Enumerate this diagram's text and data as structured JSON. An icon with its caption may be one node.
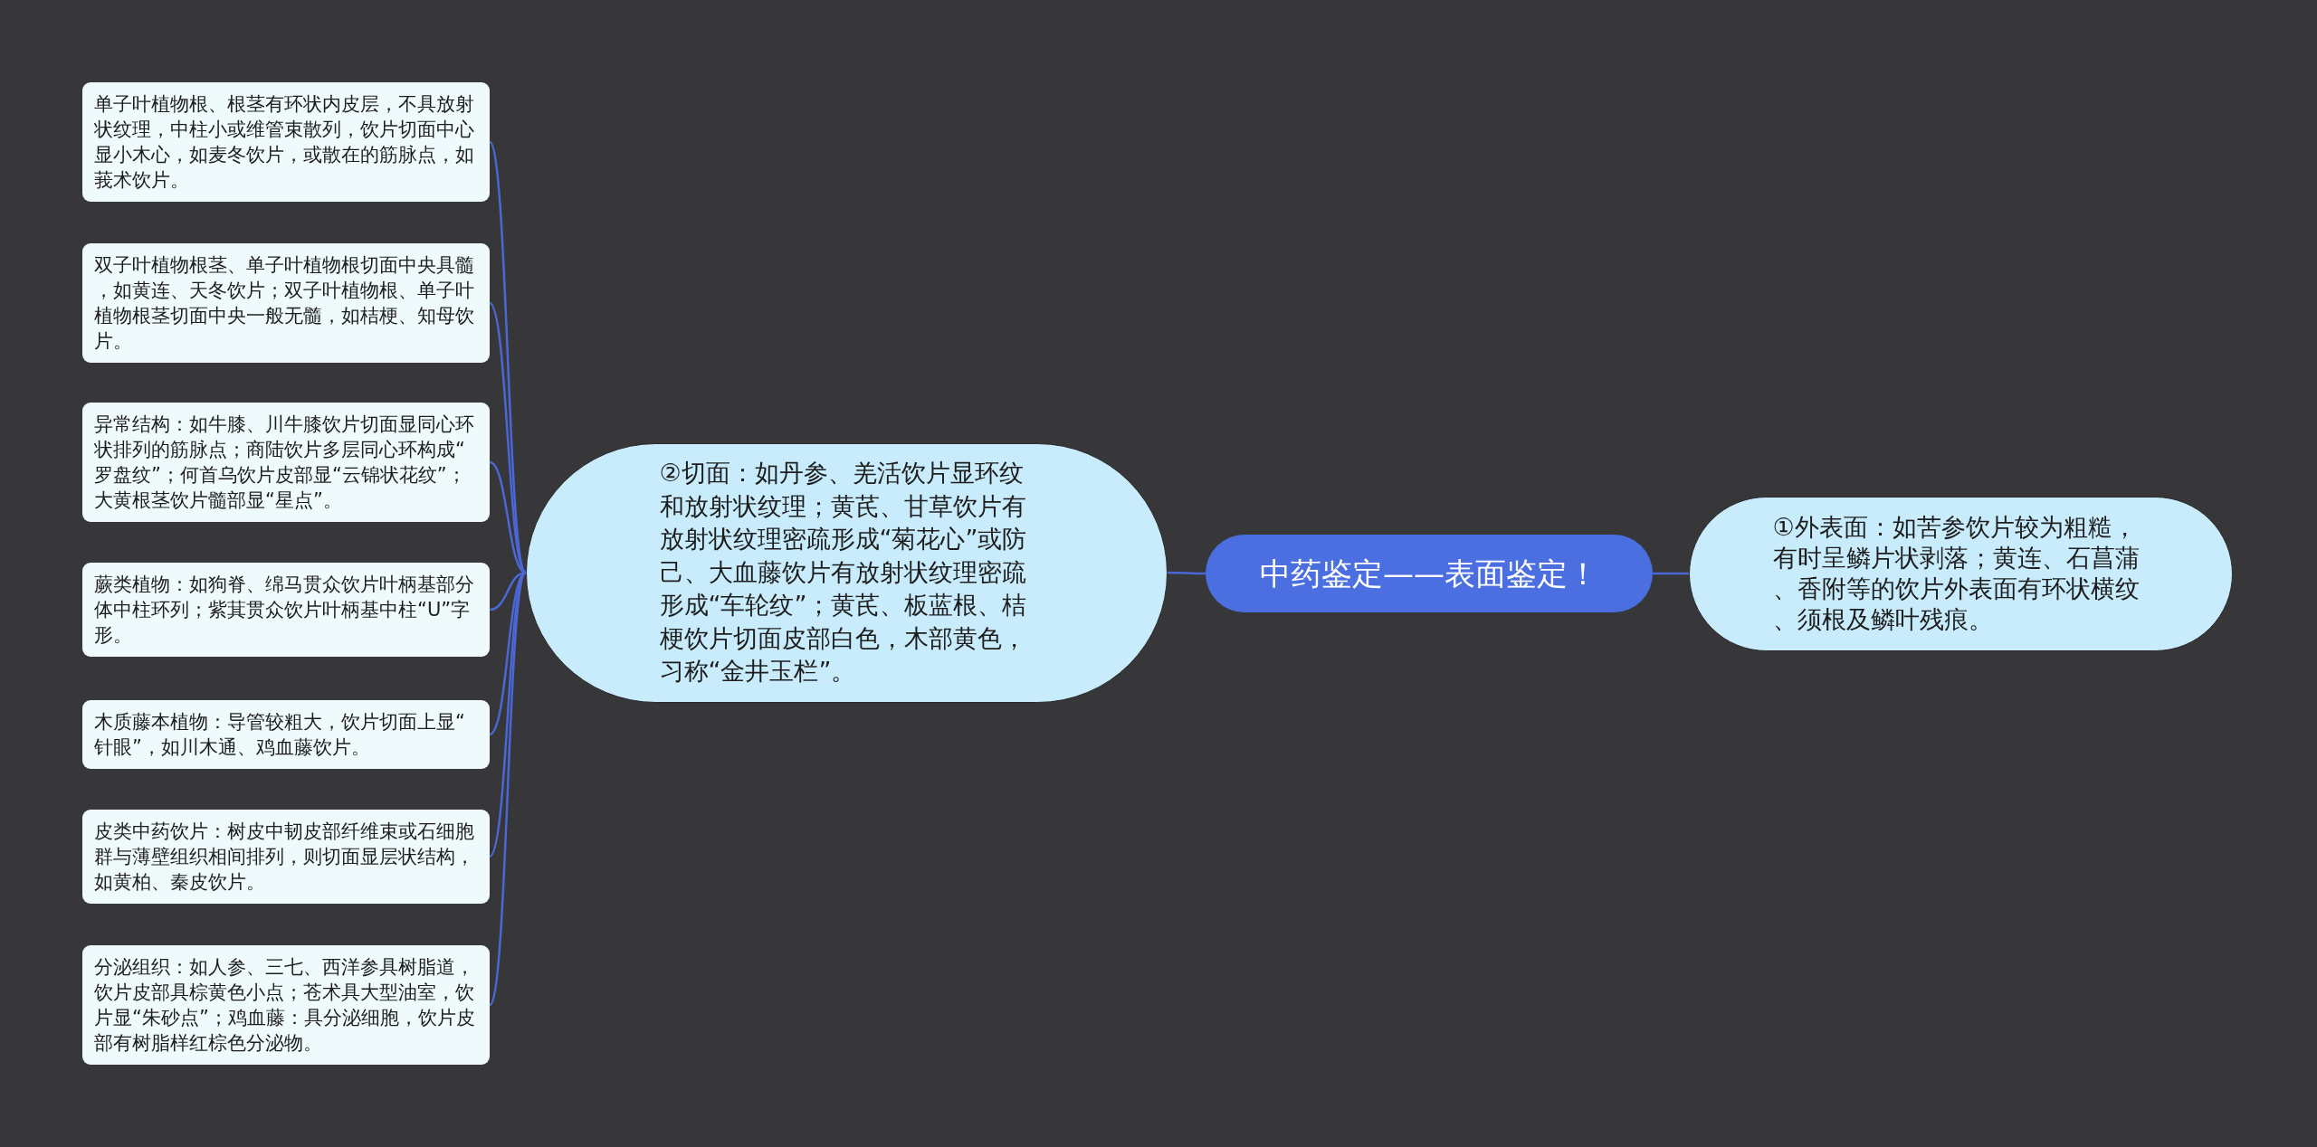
{
  "diagram": {
    "nodes": [
      {
        "text": [
          "中药鉴定——表面鉴定！"
        ]
      },
      {
        "text": [
          "②切面：如丹参、羌活饮片显环纹和放射状纹理；黄芪、甘草饮片有放射状纹理密疏形成“菊花心”或防己、大血藤饮片有放射状纹理密疏形成“车轮纹”；黄芪、板蓝根、桔梗饮片切面皮部白色，木部黄色，习称“金井玉栏”。"
        ]
      },
      {
        "text": [
          "①外表面：如苦参饮片较为粗糙，有时呈鳞片状剥落；黄连、石菖蒲、香附等的饮片外表面有环状横纹、须根及鳞叶残痕。"
        ]
      },
      {
        "text": [
          "单子叶植物根、根茎有环状内皮层，不具放射状纹理，中柱小或维管束散列，饮片切面中心显小木心，如麦冬饮片，或散在的筋脉点，如莪术饮片。"
        ]
      },
      {
        "text": [
          "双子叶植物根茎、单子叶植物根切面中央具髓，如黄连、天冬饮片；双子叶植物根、单子叶植物根茎切面中央一般无髓，如桔梗、知母饮片。"
        ]
      },
      {
        "text": [
          "异常结构：如牛膝、川牛膝饮片切面显同心环状排列的筋脉点；商陆饮片多层同心环构成“罗盘纹”；何首乌饮片皮部显“云锦状花纹”；大黄根茎饮片髓部显“星点”。"
        ]
      },
      {
        "text": [
          "蕨类植物：如狗脊、绵马贯众饮片叶柄基部分体中柱环列；紫萁贯众饮片叶柄基中柱“U”字形。"
        ]
      },
      {
        "text": [
          "木质藤本植物：导管较粗大，饮片切面上显“针眼”，如川木通、鸡血藤饮片。"
        ]
      },
      {
        "text": [
          "皮类中药饮片：树皮中韧皮部纤维束或石细胞群与薄壁组织相间排列，则切面显层状结构，如黄柏、秦皮饮片。"
        ]
      },
      {
        "text": [
          "分泌组织：如人参、三七、西洋参具树脂道，饮片皮部具棕黄色小点；苍术具大型油室，饮片显“朱砂点”；鸡血藤：具分泌细胞，饮片皮部有树脂样红棕色分泌物。"
        ]
      }
    ],
    "edges": [
      {
        "from": 0,
        "to": 1,
        "arrow": "none"
      },
      {
        "from": 0,
        "to": 2,
        "arrow": "none"
      },
      {
        "from": 1,
        "to": 3,
        "arrow": "none"
      },
      {
        "from": 1,
        "to": 4,
        "arrow": "none"
      },
      {
        "from": 1,
        "to": 5,
        "arrow": "none"
      },
      {
        "from": 1,
        "to": 6,
        "arrow": "none"
      },
      {
        "from": 1,
        "to": 7,
        "arrow": "none"
      },
      {
        "from": 1,
        "to": 8,
        "arrow": "none"
      },
      {
        "from": 1,
        "to": 9,
        "arrow": "none"
      }
    ]
  }
}
